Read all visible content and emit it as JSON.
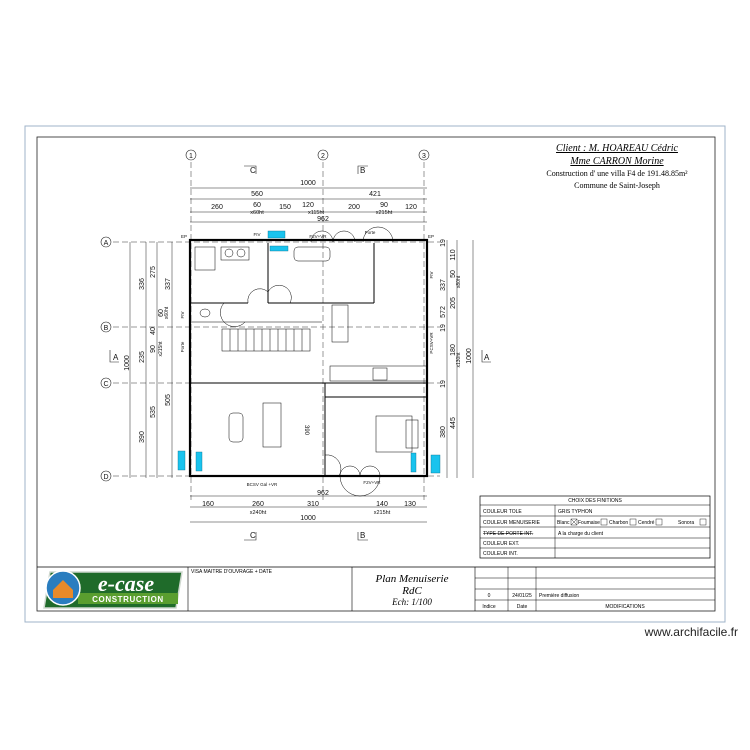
{
  "client": {
    "line1": "Client : M. HOAREAU Cédric",
    "line2": "Mme CARRON Morine",
    "line3": "Construction d' une villa F4 de 191.48.85m²",
    "line4": "Commune de Saint-Joseph"
  },
  "axes": {
    "columns": [
      "1",
      "2",
      "3"
    ],
    "rows": [
      "A",
      "B",
      "C",
      "D"
    ],
    "sections": {
      "c": "C",
      "b": "B",
      "a": "A"
    }
  },
  "top_dims": {
    "total": "1000",
    "left": "560",
    "right": "421",
    "inner": "962",
    "parts": [
      "260",
      "60",
      "150",
      "120",
      "200",
      "90",
      "120"
    ],
    "heights": [
      "x60ht",
      "x115ht",
      "x215ht"
    ]
  },
  "bottom_dims": {
    "inner": "962",
    "parts": [
      "160",
      "260",
      "310",
      "140",
      "130"
    ],
    "heights": [
      "x240ht",
      "x215ht"
    ],
    "total": "1000"
  },
  "left_dims": {
    "total": "1000",
    "a": [
      "336",
      "235",
      "390"
    ],
    "b": [
      "275",
      "40",
      "60",
      "90",
      "535"
    ],
    "c": [
      "337",
      "505"
    ],
    "heights": [
      "x60ht",
      "x215ht"
    ]
  },
  "right_dims": {
    "a": [
      "19",
      "337",
      "572",
      "19",
      "19",
      "380"
    ],
    "b": [
      "110",
      "50",
      "205",
      "180",
      "445"
    ],
    "heights": [
      "x80ht",
      "x130ht"
    ],
    "total": "1000"
  },
  "plan_labels": {
    "fiv_top": "FIV",
    "f2v_top": "F2V+VR",
    "porte_top": "Porte",
    "fiv_right": "FIV",
    "pcsv_right": "PCSV+VR",
    "porte_left": "Porte",
    "fiv_left": "FIV",
    "bcsv_bottom": "BCSV Gal +VR",
    "f2v_bottom": "F2V+VR",
    "living_dim": "390",
    "ep": "EP"
  },
  "finishes": {
    "title": "CHOIX DES FINITIONS",
    "rows": [
      {
        "label": "COULEUR TOLE",
        "value": "GRIS TYPHON"
      },
      {
        "label": "COULEUR MENUISERIE",
        "value": ""
      },
      {
        "label": "TYPE DE PORTE INT.",
        "value": "A la charge du client"
      },
      {
        "label": "COULEUR EXT.",
        "value": ""
      },
      {
        "label": "COULEUR INT.",
        "value": ""
      }
    ],
    "menuiserie_options": [
      {
        "label": "Blanc",
        "checked": true
      },
      {
        "label": "Foumaise",
        "checked": false
      },
      {
        "label": "Charbon",
        "checked": false
      },
      {
        "label": "Cendré",
        "checked": false
      },
      {
        "label": "Sonora",
        "checked": false
      }
    ]
  },
  "title_block": {
    "logo_text": "e-case",
    "logo_sub": "CONSTRUCTION",
    "visa": "VISA MAITRE D'OUVRAGE + DATE",
    "title1": "Plan Menuiserie",
    "title2": "RdC",
    "scale": "Ech: 1/100",
    "revisions": [
      {
        "indice": "0",
        "date": "24/01/25",
        "modification": "Première diffusion"
      }
    ],
    "headers": {
      "indice": "Indice",
      "date": "Date",
      "modifications": "MODIFICATIONS"
    }
  },
  "watermark": "www.archifacile.fr",
  "colors": {
    "window": "#19c3ee",
    "frame": "#9fb3c8",
    "logo_green": "#1f6b2a",
    "logo_band": "#5a9e2f"
  }
}
